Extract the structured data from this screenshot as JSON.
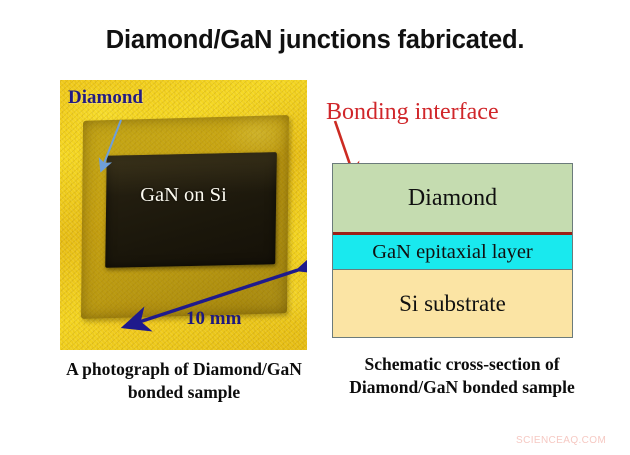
{
  "title": "Diamond/GaN junctions fabricated.",
  "photo": {
    "diamond_label": "Diamond",
    "chip_label": "GaN on Si",
    "scale_label": "10 mm",
    "diamond_label_color": "#231b82",
    "scale_label_color": "#1f1a7d",
    "chip_label_color": "#fdfbf0",
    "pointer_arrow_color": "#6f9fd8",
    "scale_arrow_color": "#1f1a8c",
    "background_color": "#f0c91a"
  },
  "schematic": {
    "annotation_label": "Bonding interface",
    "annotation_color": "#d0262a",
    "bond_line_color": "#9c1f16",
    "border_color": "#6b7b7b",
    "layers": [
      {
        "label": "Diamond",
        "color": "#c5dcb0"
      },
      {
        "label": "GaN epitaxial layer",
        "color": "#19e9ee"
      },
      {
        "label": "Si substrate",
        "color": "#fbe4a4"
      }
    ]
  },
  "captions": {
    "left": "A photograph of Diamond/GaN bonded sample",
    "right": "Schematic cross-section of Diamond/GaN bonded sample"
  },
  "watermark": "SCIENCEAQ.COM"
}
